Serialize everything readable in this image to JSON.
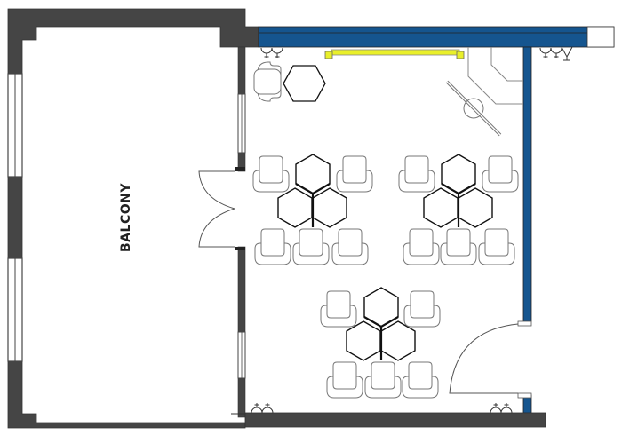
{
  "plan": {
    "rooms": [
      {
        "id": "balcony",
        "label": "BALCONY"
      },
      {
        "id": "main-room",
        "label": ""
      }
    ],
    "colors": {
      "wall": "#454545",
      "glass_wall": "#15558f",
      "screen": "#e9ef2a",
      "furniture_stroke": "#666666",
      "table_stroke": "#111111",
      "background": "#ffffff"
    },
    "furniture": {
      "table_clusters": 3,
      "hex_tables_per_cluster": 3,
      "chairs_per_cluster": 5,
      "standalone_hex_table": 1,
      "armchair": 1,
      "wall_lights": 4
    }
  }
}
